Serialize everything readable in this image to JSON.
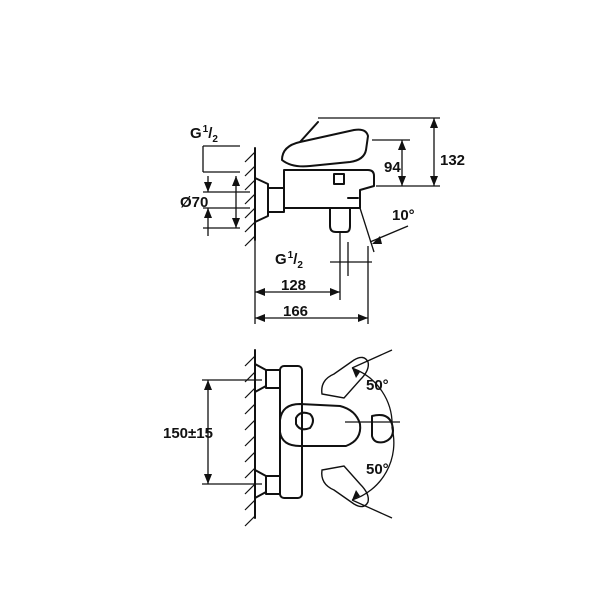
{
  "labels": {
    "g_top_main": "G",
    "g_top_frac_num": "1",
    "g_top_frac_den": "2",
    "g_bottom_main": "G",
    "g_bottom_frac_num": "1",
    "g_bottom_frac_den": "2",
    "diameter": "Ø70",
    "height_132": "132",
    "height_94": "94",
    "angle_10": "10°",
    "length_128": "128",
    "length_166": "166",
    "spacing": "150±15",
    "angle_upper": "50°",
    "angle_lower": "50°"
  }
}
